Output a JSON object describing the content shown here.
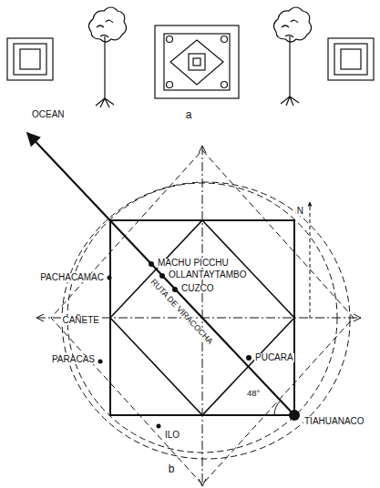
{
  "diagram": {
    "labels": [
      "a",
      "OCEAN",
      "N",
      "PACHACAMAC",
      "MACHU PICCHU",
      "OLLANTAYTAMBO",
      "CUZCO",
      "RUTA DE VIRACOCHA",
      "PUCARA",
      "CAÑETE",
      "PARACAS",
      "ILO",
      "TIAHUANACO",
      "48°",
      "b"
    ]
  }
}
